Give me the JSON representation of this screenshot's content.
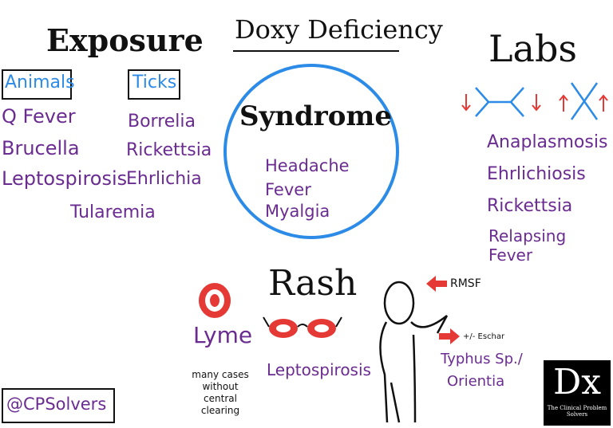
{
  "title": "Doxy Deficiency",
  "exposure": {
    "heading": "Exposure",
    "animals": {
      "label": "Animals",
      "items": [
        "Q Fever",
        "Brucella",
        "Leptospirosis"
      ]
    },
    "ticks": {
      "label": "Ticks",
      "items": [
        "Borrelia",
        "Rickettsia",
        "Ehrlichia"
      ]
    },
    "extra": "Tularemia"
  },
  "syndrome": {
    "heading": "Syndrome",
    "items": [
      "Headache",
      "Fever",
      "Myalgia"
    ]
  },
  "labs": {
    "heading": "Labs",
    "items": [
      "Anaplasmosis",
      "Ehrlichiosis",
      "Rickettsia",
      "Relapsing Fever"
    ]
  },
  "rash": {
    "heading": "Rash",
    "lyme": "Lyme",
    "lyme_note": [
      "many cases",
      "without central",
      "clearing"
    ],
    "leptospirosis": "Leptospirosis",
    "rmsf": "RMSF",
    "eschar": "+/- Eschar",
    "typhus": [
      "Typhus Sp./",
      "Orientia"
    ]
  },
  "handle": "@CPSolvers",
  "logo": {
    "mark": "Dx",
    "caption": "The Clinical Problem Solvers"
  },
  "colors": {
    "accent_blue": "#2b8be6",
    "purple": "#6a2c91",
    "red": "#e53935"
  }
}
